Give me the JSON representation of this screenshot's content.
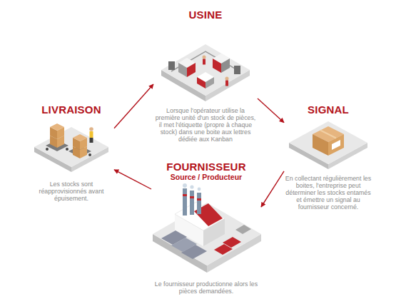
{
  "diagram": {
    "nodes": [
      {
        "text": [
          "USINE",
          "Lorsque l'opérateur utilise la première unité d'un stock de pièces, il met l'étiquette (propre à chaque stock) dans une boite aux lettres dédiée aux Kanban"
        ]
      },
      {
        "text": [
          "LIVRAISON",
          "Les stocks sont réapprovisionnés avant épuisement."
        ]
      },
      {
        "text": [
          "SIGNAL",
          "En collectant régulièrement les boites, l'entreprise peut déterminer les stocks entamés et émettre un signal au fournisseur concerné."
        ]
      },
      {
        "text": [
          "FOURNISSEUR",
          "Source / Producteur",
          "Le fournisseur productionne alors les pièces demandées."
        ]
      }
    ],
    "edges": [
      {
        "from": 0,
        "to": 2,
        "arrow": "to"
      },
      {
        "from": 2,
        "to": 3,
        "arrow": "to"
      },
      {
        "from": 3,
        "to": 1,
        "arrow": "to"
      },
      {
        "from": 1,
        "to": 0,
        "arrow": "to"
      }
    ]
  }
}
